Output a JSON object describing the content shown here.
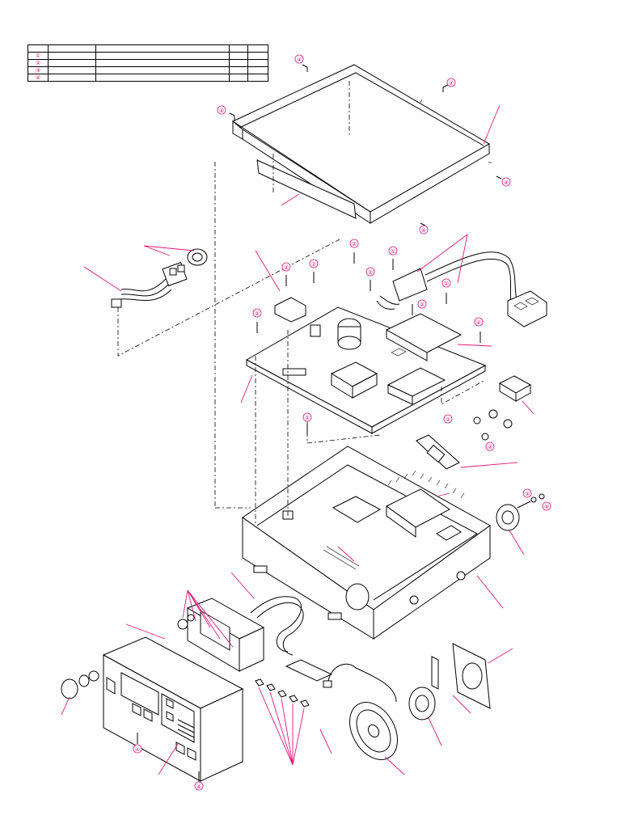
{
  "legend": {
    "markers": [
      "①",
      "②",
      "③",
      "④"
    ]
  },
  "screw_markers": [
    {
      "id": "s1",
      "label": "④"
    },
    {
      "id": "s2",
      "label": "④"
    },
    {
      "id": "s3",
      "label": "④"
    },
    {
      "id": "s4",
      "label": "④"
    },
    {
      "id": "s5",
      "label": "④"
    },
    {
      "id": "s6",
      "label": "②"
    },
    {
      "id": "s7",
      "label": "①"
    },
    {
      "id": "s8",
      "label": "②"
    },
    {
      "id": "s9",
      "label": "②"
    },
    {
      "id": "s10",
      "label": "②"
    },
    {
      "id": "s11",
      "label": "①"
    },
    {
      "id": "s12",
      "label": "②"
    },
    {
      "id": "s13",
      "label": "②"
    },
    {
      "id": "s14",
      "label": "②"
    },
    {
      "id": "s15",
      "label": "②"
    },
    {
      "id": "s16",
      "label": "②"
    },
    {
      "id": "s17",
      "label": "②"
    },
    {
      "id": "s18",
      "label": "③"
    },
    {
      "id": "s19",
      "label": "③"
    },
    {
      "id": "s20",
      "label": "④"
    },
    {
      "id": "s21",
      "label": "④"
    }
  ],
  "colors": {
    "line": "#000000",
    "leader": "#e0187a",
    "background": "#ffffff"
  }
}
